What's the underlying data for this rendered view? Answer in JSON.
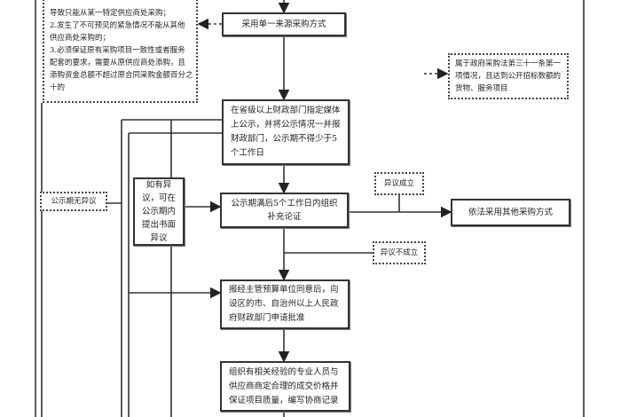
{
  "left_conditions": {
    "lines": [
      "导致只能从某一特定供应商处采购；",
      "2.发生了不可预见的紧急情况不能从其他",
      "供应商处采购的；",
      "3.必须保证原有采购项目一致性或者服务",
      "配套的要求，需要从原供应商处添购，且",
      "添购资金总额不超过原合同采购金额百分之",
      "十的"
    ]
  },
  "single_source": "采用单一来源采购方式",
  "right_condition": "属于政府采购法第三十一条第一项情况，且达到公开招标数额的货物、服务项目",
  "publicize": "在省级以上财政部门指定媒体上公示，并将公示情况一并报财政部门，公示期不得少于5个工作日",
  "no_objection": "公示期无异议",
  "objection_note": "如有异议，可在公示期内提出书面异议",
  "supplementary_review": "公示期满后5个工作日内组织补充论证",
  "objection_upheld": "异议成立",
  "other_method": "依法采用其他采购方式",
  "objection_rejected": "异议不成立",
  "apply_approval": "报经主管预算单位同意后，向设区的市、自治州以上人民政府财政部门申请批准",
  "negotiate": "组织有相关经验的专业人员与供应商商定合理的成交价格并保证项目质量，编写协商记录"
}
